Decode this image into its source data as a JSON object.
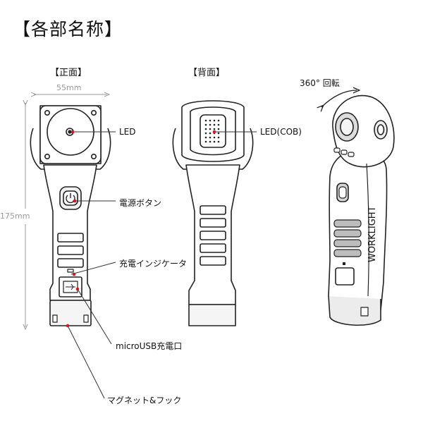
{
  "page_title": "【各部名称】",
  "views": {
    "front": "【正面】",
    "back": "【背面】"
  },
  "dimensions": {
    "width": "55mm",
    "height": "175mm"
  },
  "rotation": "360° 回転",
  "callouts": {
    "led": "LED",
    "led_cob": "LED(COB)",
    "power_button": "電源ボタン",
    "charge_indicator": "充電インジケータ",
    "micro_usb": "microUSB充電口",
    "magnet_hook": "マグネット&フック"
  },
  "product_side_text": "WORKLIGHT",
  "colors": {
    "outline": "#222222",
    "callout_line": "#333333",
    "marker": "#d0191e",
    "dimension": "#9a9a9a",
    "body_fill": "#ffffff",
    "shade": "#e3e3e3"
  }
}
